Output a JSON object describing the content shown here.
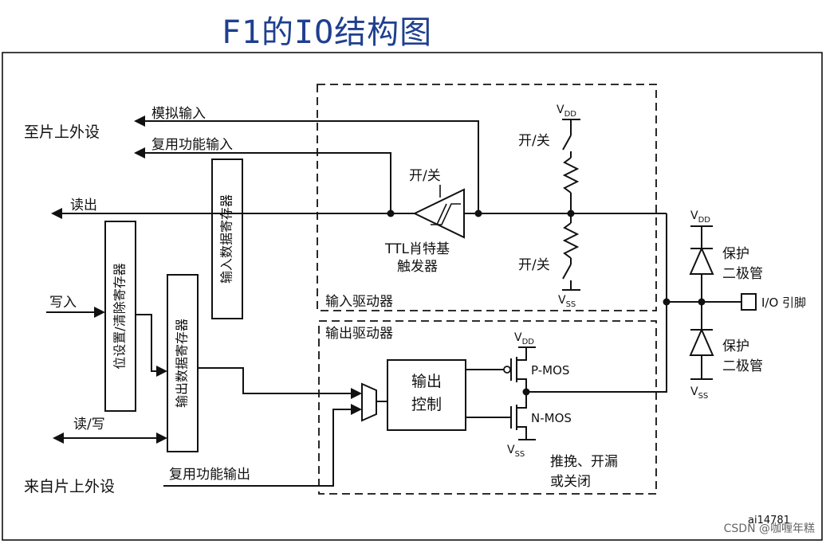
{
  "title": "F1的IO结构图",
  "labels": {
    "to_peripheral": "至片上外设",
    "analog_input": "模拟输入",
    "alt_func_input": "复用功能输入",
    "read_out": "读出",
    "write_in": "写入",
    "read_write": "读/写",
    "from_peripheral": "来自片上外设",
    "alt_func_output": "复用功能输出",
    "input_data_reg": "输入数据寄存器",
    "bit_set_reset_reg": "位设置/清除寄存器",
    "output_data_reg": "输出数据寄存器",
    "switch_a": "开/关",
    "switch_b": "开/关",
    "switch_c": "开/关",
    "ttl_line1": "TTL肖特基",
    "ttl_line2": "触发器",
    "input_driver": "输入驱动器",
    "output_driver": "输出驱动器",
    "output_ctrl_line1": "输出",
    "output_ctrl_line2": "控制",
    "pmos": "P-MOS",
    "nmos": "N-MOS",
    "push_pull_line1": "推挽、开漏",
    "push_pull_line2": "或关闭",
    "protect_diode1_line1": "保护",
    "protect_diode1_line2": "二极管",
    "protect_diode2_line1": "保护",
    "protect_diode2_line2": "二极管",
    "io_pin": "I/O 引脚",
    "vdd_main": "V",
    "vdd_sub": "DD",
    "vss_main": "V",
    "vss_sub": "SS",
    "figure_id": "ai14781"
  },
  "watermark": "CSDN @咖喱年糕",
  "colors": {
    "title": "#1f3f8f",
    "line": "#111111"
  }
}
